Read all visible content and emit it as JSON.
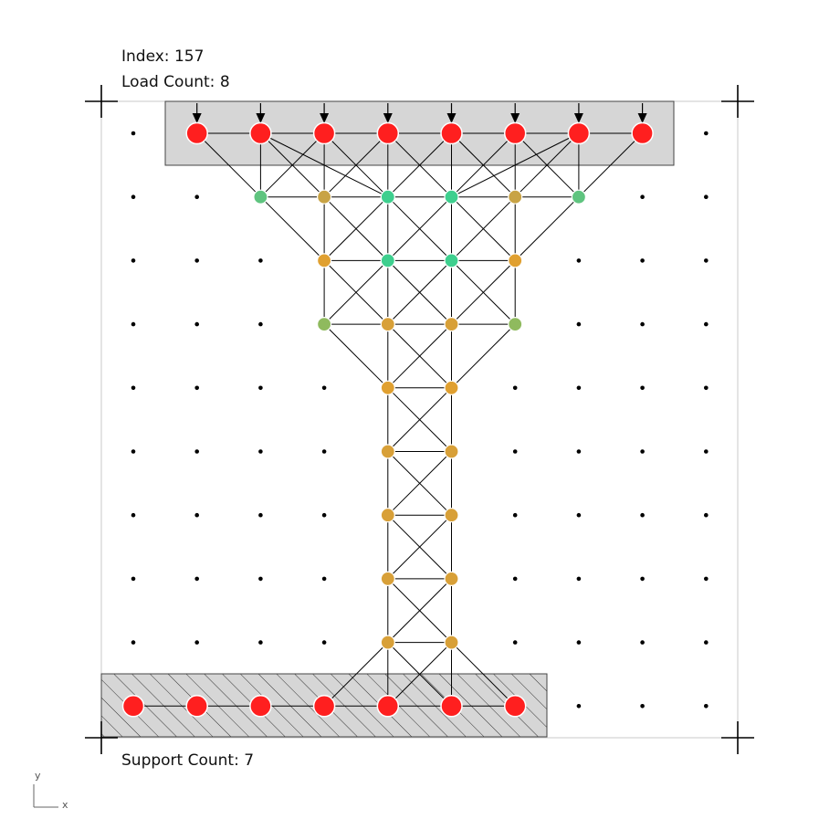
{
  "labels": {
    "index_label": "Index:",
    "index_value": "157",
    "load_label": "Load Count:",
    "load_value": "8",
    "support_label": "Support Count:",
    "support_value": "7",
    "axis_y": "y",
    "axis_x": "x"
  },
  "colors": {
    "load_node": "#ff1f1f",
    "support_node": "#ff1f1f",
    "load_region_fill": "#d6d6d6",
    "support_region_fill": "#d6d6d6",
    "member": "#000000",
    "grid_dot": "#000000"
  },
  "grid": {
    "columns": 10,
    "rows": 10
  },
  "load_nodes": [
    [
      1,
      0
    ],
    [
      2,
      0
    ],
    [
      3,
      0
    ],
    [
      4,
      0
    ],
    [
      5,
      0
    ],
    [
      6,
      0
    ],
    [
      7,
      0
    ],
    [
      8,
      0
    ]
  ],
  "support_nodes": [
    [
      0,
      9
    ],
    [
      1,
      9
    ],
    [
      2,
      9
    ],
    [
      3,
      9
    ],
    [
      4,
      9
    ],
    [
      5,
      9
    ],
    [
      6,
      9
    ]
  ],
  "interior_nodes": [
    {
      "pos": [
        2,
        1
      ],
      "color": "#5fc47f"
    },
    {
      "pos": [
        3,
        1
      ],
      "color": "#c8a345"
    },
    {
      "pos": [
        4,
        1
      ],
      "color": "#3ecf8e"
    },
    {
      "pos": [
        5,
        1
      ],
      "color": "#3ecf8e"
    },
    {
      "pos": [
        6,
        1
      ],
      "color": "#c8a345"
    },
    {
      "pos": [
        7,
        1
      ],
      "color": "#5fc47f"
    },
    {
      "pos": [
        3,
        2
      ],
      "color": "#e0a030"
    },
    {
      "pos": [
        4,
        2
      ],
      "color": "#3ecf8e"
    },
    {
      "pos": [
        5,
        2
      ],
      "color": "#3ecf8e"
    },
    {
      "pos": [
        6,
        2
      ],
      "color": "#e0a030"
    },
    {
      "pos": [
        3,
        3
      ],
      "color": "#8fba5e"
    },
    {
      "pos": [
        4,
        3
      ],
      "color": "#d8a038"
    },
    {
      "pos": [
        5,
        3
      ],
      "color": "#d8a038"
    },
    {
      "pos": [
        6,
        3
      ],
      "color": "#8fba5e"
    },
    {
      "pos": [
        4,
        4
      ],
      "color": "#e0a030"
    },
    {
      "pos": [
        5,
        4
      ],
      "color": "#e0a030"
    },
    {
      "pos": [
        4,
        5
      ],
      "color": "#d8a038"
    },
    {
      "pos": [
        5,
        5
      ],
      "color": "#d8a038"
    },
    {
      "pos": [
        4,
        6
      ],
      "color": "#d8a038"
    },
    {
      "pos": [
        5,
        6
      ],
      "color": "#d8a038"
    },
    {
      "pos": [
        4,
        7
      ],
      "color": "#d8a038"
    },
    {
      "pos": [
        5,
        7
      ],
      "color": "#d8a038"
    },
    {
      "pos": [
        4,
        8
      ],
      "color": "#d8a038"
    },
    {
      "pos": [
        5,
        8
      ],
      "color": "#d8a038"
    }
  ],
  "members": [
    [
      [
        1,
        0
      ],
      [
        2,
        0
      ]
    ],
    [
      [
        2,
        0
      ],
      [
        3,
        0
      ]
    ],
    [
      [
        3,
        0
      ],
      [
        4,
        0
      ]
    ],
    [
      [
        4,
        0
      ],
      [
        5,
        0
      ]
    ],
    [
      [
        5,
        0
      ],
      [
        6,
        0
      ]
    ],
    [
      [
        6,
        0
      ],
      [
        7,
        0
      ]
    ],
    [
      [
        7,
        0
      ],
      [
        8,
        0
      ]
    ],
    [
      [
        1,
        0
      ],
      [
        2,
        1
      ]
    ],
    [
      [
        2,
        0
      ],
      [
        2,
        1
      ]
    ],
    [
      [
        2,
        0
      ],
      [
        3,
        1
      ]
    ],
    [
      [
        3,
        0
      ],
      [
        2,
        1
      ]
    ],
    [
      [
        3,
        0
      ],
      [
        3,
        1
      ]
    ],
    [
      [
        3,
        0
      ],
      [
        4,
        1
      ]
    ],
    [
      [
        4,
        0
      ],
      [
        3,
        1
      ]
    ],
    [
      [
        4,
        0
      ],
      [
        4,
        1
      ]
    ],
    [
      [
        4,
        0
      ],
      [
        5,
        1
      ]
    ],
    [
      [
        5,
        0
      ],
      [
        4,
        1
      ]
    ],
    [
      [
        5,
        0
      ],
      [
        5,
        1
      ]
    ],
    [
      [
        5,
        0
      ],
      [
        6,
        1
      ]
    ],
    [
      [
        6,
        0
      ],
      [
        5,
        1
      ]
    ],
    [
      [
        6,
        0
      ],
      [
        6,
        1
      ]
    ],
    [
      [
        6,
        0
      ],
      [
        7,
        1
      ]
    ],
    [
      [
        7,
        0
      ],
      [
        6,
        1
      ]
    ],
    [
      [
        7,
        0
      ],
      [
        7,
        1
      ]
    ],
    [
      [
        8,
        0
      ],
      [
        7,
        1
      ]
    ],
    [
      [
        2,
        0
      ],
      [
        4,
        1
      ]
    ],
    [
      [
        7,
        0
      ],
      [
        5,
        1
      ]
    ],
    [
      [
        2,
        1
      ],
      [
        3,
        1
      ]
    ],
    [
      [
        3,
        1
      ],
      [
        4,
        1
      ]
    ],
    [
      [
        4,
        1
      ],
      [
        5,
        1
      ]
    ],
    [
      [
        5,
        1
      ],
      [
        6,
        1
      ]
    ],
    [
      [
        6,
        1
      ],
      [
        7,
        1
      ]
    ],
    [
      [
        2,
        1
      ],
      [
        3,
        2
      ]
    ],
    [
      [
        3,
        1
      ],
      [
        3,
        2
      ]
    ],
    [
      [
        3,
        1
      ],
      [
        4,
        2
      ]
    ],
    [
      [
        4,
        1
      ],
      [
        3,
        2
      ]
    ],
    [
      [
        4,
        1
      ],
      [
        4,
        2
      ]
    ],
    [
      [
        4,
        1
      ],
      [
        5,
        2
      ]
    ],
    [
      [
        5,
        1
      ],
      [
        4,
        2
      ]
    ],
    [
      [
        5,
        1
      ],
      [
        5,
        2
      ]
    ],
    [
      [
        5,
        1
      ],
      [
        6,
        2
      ]
    ],
    [
      [
        6,
        1
      ],
      [
        5,
        2
      ]
    ],
    [
      [
        6,
        1
      ],
      [
        6,
        2
      ]
    ],
    [
      [
        7,
        1
      ],
      [
        6,
        2
      ]
    ],
    [
      [
        3,
        2
      ],
      [
        4,
        2
      ]
    ],
    [
      [
        4,
        2
      ],
      [
        5,
        2
      ]
    ],
    [
      [
        5,
        2
      ],
      [
        6,
        2
      ]
    ],
    [
      [
        3,
        2
      ],
      [
        3,
        3
      ]
    ],
    [
      [
        3,
        2
      ],
      [
        4,
        3
      ]
    ],
    [
      [
        4,
        2
      ],
      [
        3,
        3
      ]
    ],
    [
      [
        4,
        2
      ],
      [
        4,
        3
      ]
    ],
    [
      [
        4,
        2
      ],
      [
        5,
        3
      ]
    ],
    [
      [
        5,
        2
      ],
      [
        4,
        3
      ]
    ],
    [
      [
        5,
        2
      ],
      [
        5,
        3
      ]
    ],
    [
      [
        5,
        2
      ],
      [
        6,
        3
      ]
    ],
    [
      [
        6,
        2
      ],
      [
        5,
        3
      ]
    ],
    [
      [
        6,
        2
      ],
      [
        6,
        3
      ]
    ],
    [
      [
        3,
        3
      ],
      [
        4,
        3
      ]
    ],
    [
      [
        4,
        3
      ],
      [
        5,
        3
      ]
    ],
    [
      [
        5,
        3
      ],
      [
        6,
        3
      ]
    ],
    [
      [
        3,
        3
      ],
      [
        4,
        4
      ]
    ],
    [
      [
        4,
        3
      ],
      [
        4,
        4
      ]
    ],
    [
      [
        4,
        3
      ],
      [
        5,
        4
      ]
    ],
    [
      [
        5,
        3
      ],
      [
        4,
        4
      ]
    ],
    [
      [
        5,
        3
      ],
      [
        5,
        4
      ]
    ],
    [
      [
        6,
        3
      ],
      [
        5,
        4
      ]
    ],
    [
      [
        4,
        4
      ],
      [
        5,
        4
      ]
    ],
    [
      [
        4,
        4
      ],
      [
        4,
        5
      ]
    ],
    [
      [
        4,
        4
      ],
      [
        5,
        5
      ]
    ],
    [
      [
        5,
        4
      ],
      [
        4,
        5
      ]
    ],
    [
      [
        5,
        4
      ],
      [
        5,
        5
      ]
    ],
    [
      [
        4,
        5
      ],
      [
        5,
        5
      ]
    ],
    [
      [
        4,
        5
      ],
      [
        4,
        6
      ]
    ],
    [
      [
        4,
        5
      ],
      [
        5,
        6
      ]
    ],
    [
      [
        5,
        5
      ],
      [
        4,
        6
      ]
    ],
    [
      [
        5,
        5
      ],
      [
        5,
        6
      ]
    ],
    [
      [
        4,
        6
      ],
      [
        5,
        6
      ]
    ],
    [
      [
        4,
        6
      ],
      [
        4,
        7
      ]
    ],
    [
      [
        4,
        6
      ],
      [
        5,
        7
      ]
    ],
    [
      [
        5,
        6
      ],
      [
        4,
        7
      ]
    ],
    [
      [
        5,
        6
      ],
      [
        5,
        7
      ]
    ],
    [
      [
        4,
        7
      ],
      [
        5,
        7
      ]
    ],
    [
      [
        4,
        7
      ],
      [
        4,
        8
      ]
    ],
    [
      [
        4,
        7
      ],
      [
        5,
        8
      ]
    ],
    [
      [
        5,
        7
      ],
      [
        4,
        8
      ]
    ],
    [
      [
        5,
        7
      ],
      [
        5,
        8
      ]
    ],
    [
      [
        4,
        8
      ],
      [
        5,
        8
      ]
    ],
    [
      [
        4,
        8
      ],
      [
        3,
        9
      ]
    ],
    [
      [
        4,
        8
      ],
      [
        4,
        9
      ]
    ],
    [
      [
        4,
        8
      ],
      [
        5,
        9
      ]
    ],
    [
      [
        5,
        8
      ],
      [
        4,
        9
      ]
    ],
    [
      [
        5,
        8
      ],
      [
        5,
        9
      ]
    ],
    [
      [
        5,
        8
      ],
      [
        6,
        9
      ]
    ],
    [
      [
        0,
        9
      ],
      [
        1,
        9
      ]
    ],
    [
      [
        1,
        9
      ],
      [
        2,
        9
      ]
    ],
    [
      [
        2,
        9
      ],
      [
        3,
        9
      ]
    ],
    [
      [
        3,
        9
      ],
      [
        4,
        9
      ]
    ],
    [
      [
        4,
        9
      ],
      [
        5,
        9
      ]
    ],
    [
      [
        5,
        9
      ],
      [
        6,
        9
      ]
    ]
  ]
}
